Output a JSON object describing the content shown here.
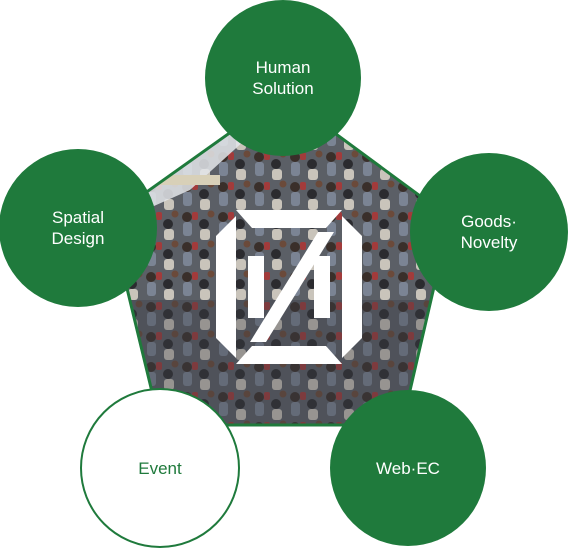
{
  "colors": {
    "brand_green": "#1f7a3c",
    "outline_bg": "#ffffff"
  },
  "center": {
    "image": "crowd-photo",
    "logo": "z-mark-logo"
  },
  "nodes": [
    {
      "id": "human-solution",
      "label": "Human\nSolution",
      "style": "filled"
    },
    {
      "id": "goods-novelty",
      "label": "Goods·\nNovelty",
      "style": "filled"
    },
    {
      "id": "web-ec",
      "label": "Web·EC",
      "style": "filled"
    },
    {
      "id": "event",
      "label": "Event",
      "style": "outline"
    },
    {
      "id": "spatial-design",
      "label": "Spatial\nDesign",
      "style": "filled"
    }
  ]
}
